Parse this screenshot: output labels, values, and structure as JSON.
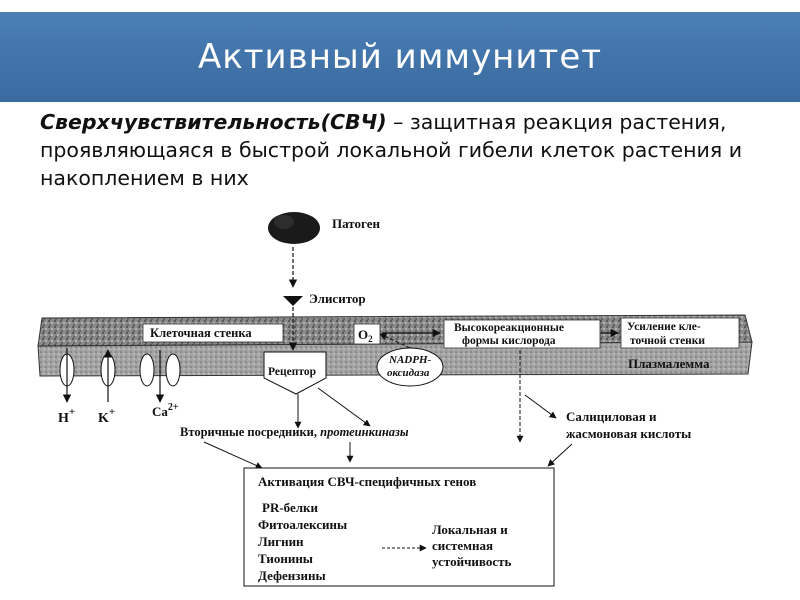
{
  "slide": {
    "title": "Активный иммунитет",
    "definition_term": "Сверхчувствительность(СВЧ)",
    "definition_text": " – защитная реакция растения, проявляющаяся в быстрой локальной гибели клеток растения и накоплением в них"
  },
  "diagram": {
    "pathogen": "Патоген",
    "elicitor": "Элиситор",
    "cell_wall": "Клеточная стенка",
    "o2": "O",
    "o2_sub": "2",
    "ros_line1": "Высокореакционные",
    "ros_line2": "формы кислорода",
    "wall_strength_line1": "Усиление кле-",
    "wall_strength_line2": "точной стенки",
    "plasmalemma": "Плазмалемма",
    "receptor": "Рецептор",
    "nadph_line1": "NADPH-",
    "nadph_line2": "оксидаза",
    "ion_h": "H",
    "ion_h_sign": "+",
    "ion_k": "K",
    "ion_k_sign": "+",
    "ion_ca": "Ca",
    "ion_ca_sign": "2+",
    "secondary_messengers": "Вторичные посредники, ",
    "protein_kinases": "протеинкиназы",
    "acids_line1": "Салициловая и",
    "acids_line2": "жасмоновая кислоты",
    "activation": "Активация СВЧ-специфичных генов",
    "genes": [
      "PR-белки",
      "Фитоалексины",
      "Лигнин",
      "Тионины",
      "Дефензины"
    ],
    "resistance_line1": "Локальная и",
    "resistance_line2": "системная",
    "resistance_line3": "устойчивость"
  }
}
